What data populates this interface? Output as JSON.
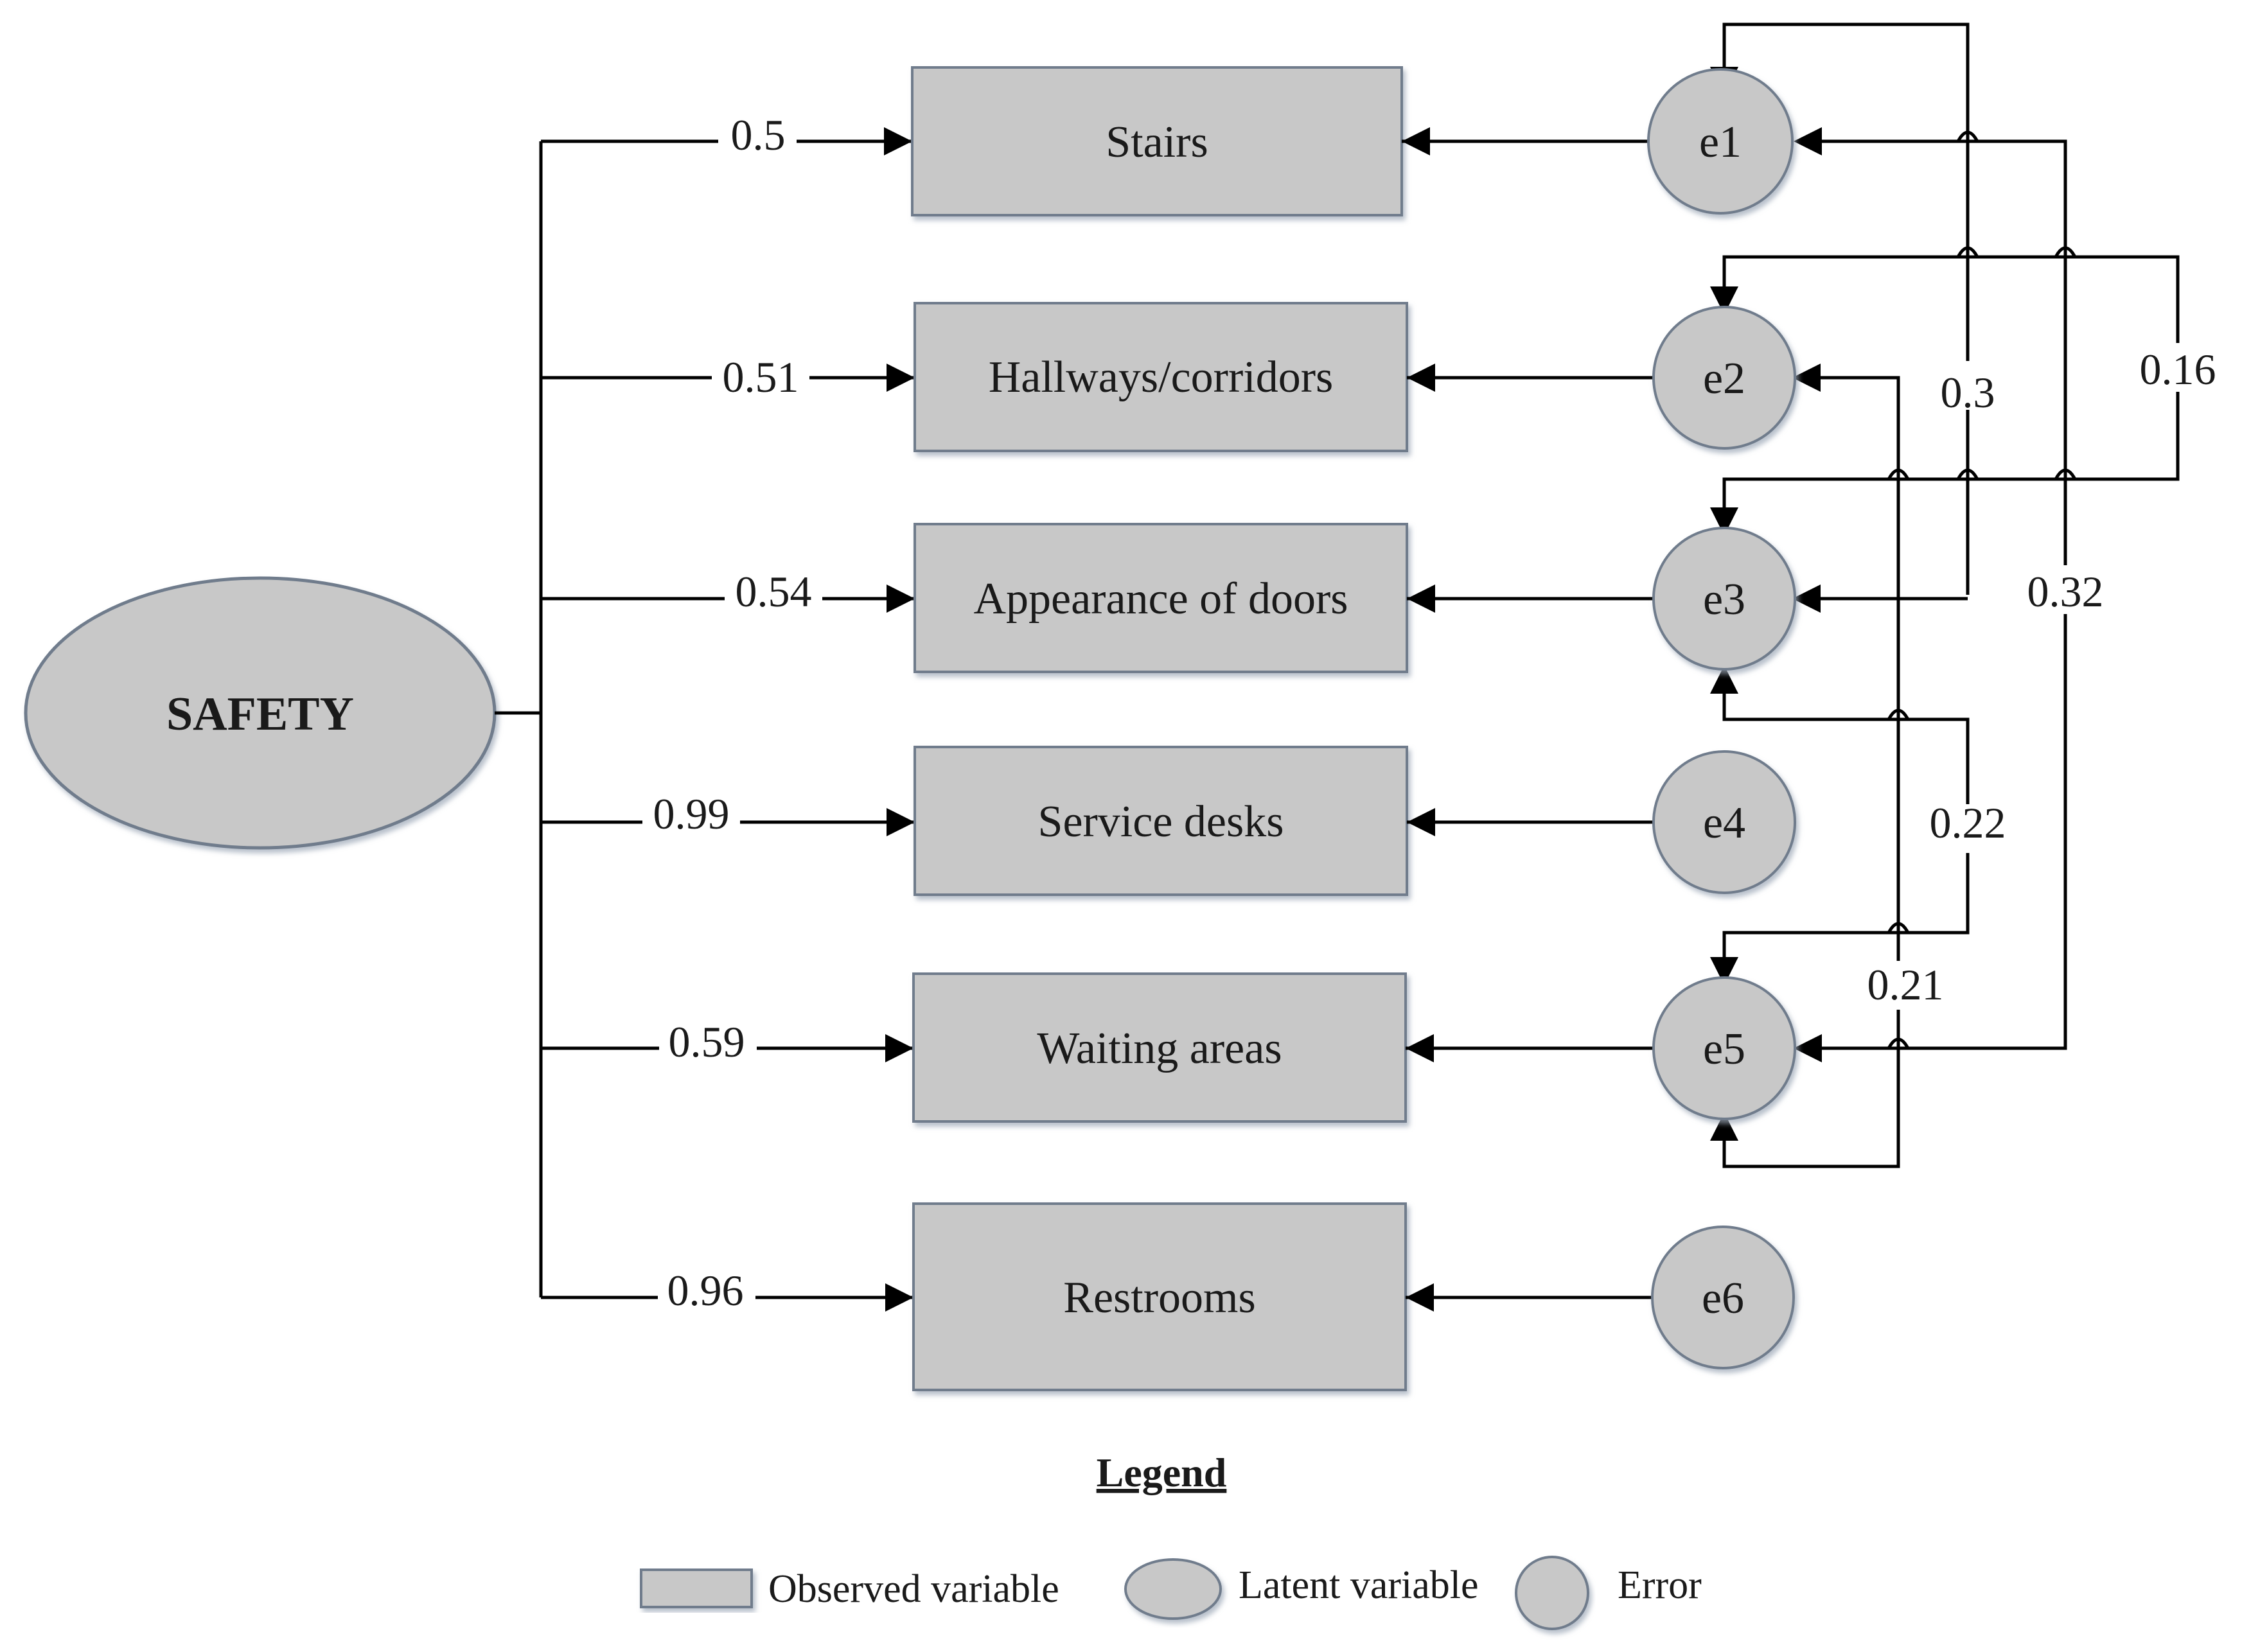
{
  "latent": {
    "label": "SAFETY"
  },
  "loadings": [
    "0.5",
    "0.51",
    "0.54",
    "0.99",
    "0.59",
    "0.96"
  ],
  "observed": [
    "Stairs",
    "Hallways/corridors",
    "Appearance of doors",
    "Service desks",
    "Waiting areas",
    "Restrooms"
  ],
  "errors": [
    "e1",
    "e2",
    "e3",
    "e4",
    "e5",
    "e6"
  ],
  "covariances": {
    "e1_e3": "0.3",
    "e2_e3": "0.16",
    "e1_e5": "0.32",
    "e3_e5": "0.22",
    "e2_e5": "0.21"
  },
  "legend": {
    "title": "Legend",
    "observed": "Observed variable",
    "latent": "Latent variable",
    "error": "Error"
  },
  "colors": {
    "fill": "#c8c8c8",
    "stroke": "#6f7c8c",
    "line": "#000000"
  }
}
